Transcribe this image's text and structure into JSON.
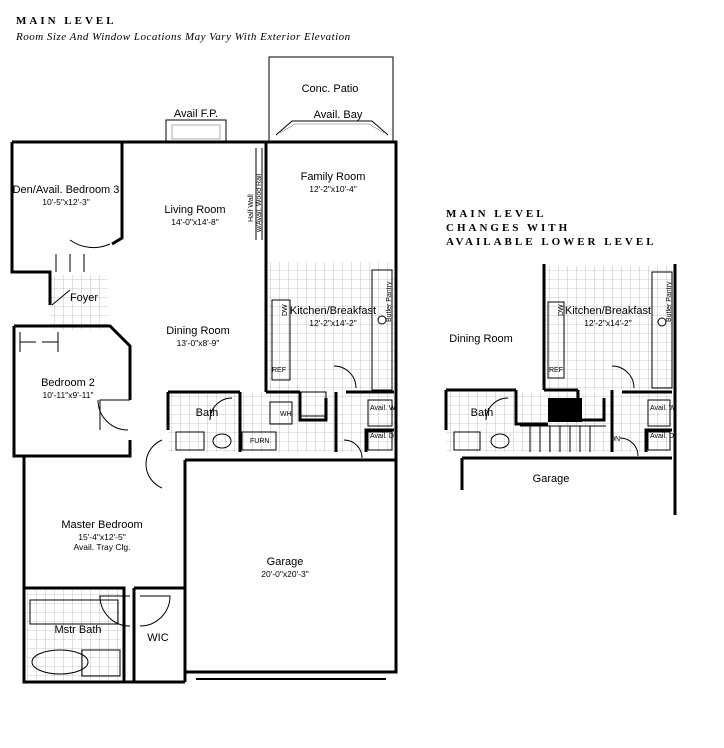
{
  "header": {
    "title": "MAIN LEVEL",
    "subtitle": "Room Size And Window Locations May Vary With Exterior Elevation"
  },
  "alt_header": {
    "line1": "MAIN LEVEL",
    "line2": "CHANGES WITH",
    "line3": "AVAILABLE LOWER LEVEL"
  },
  "main_plan": {
    "patio": "Conc. Patio",
    "bay": "Avail. Bay",
    "fireplace": "Avail F.P.",
    "half_wall": "Half Wall",
    "wood_rail": "w/Avail. Wood Rail",
    "den": {
      "name": "Den/Avail. Bedroom 3",
      "size": "10'-5\"x12'-3\""
    },
    "living": {
      "name": "Living Room",
      "size": "14'-0\"x14'-8\""
    },
    "family": {
      "name": "Family Room",
      "size": "12'-2\"x10'-4\""
    },
    "foyer": {
      "name": "Foyer"
    },
    "kitchen": {
      "name": "Kitchen/Breakfast",
      "size": "12'-2\"x14'-2\""
    },
    "butler": "Butler Pantry",
    "dw": "DW",
    "ref": "REF",
    "dining": {
      "name": "Dining Room",
      "size": "13'-0\"x8'-9\""
    },
    "bedroom2": {
      "name": "Bedroom 2",
      "size": "10'-11\"x9'-11\""
    },
    "bath": {
      "name": "Bath"
    },
    "wh": "WH",
    "furn": "FURN",
    "avail_w": "Avail. W",
    "avail_d": "Avail. D",
    "master": {
      "name": "Master Bedroom",
      "size": "15'-4\"x12'-5\"",
      "note": "Avail. Tray Clg."
    },
    "mstr_bath": {
      "name": "Mstr Bath"
    },
    "wic": {
      "name": "WIC"
    },
    "garage": {
      "name": "Garage",
      "size": "20'-0\"x20'-3\""
    }
  },
  "alt_plan": {
    "dining": "Dining Room",
    "kitchen": {
      "name": "Kitchen/Breakfast",
      "size": "12'-2\"x14'-2\""
    },
    "butler": "Butler Pantry",
    "dw": "DW",
    "ref": "REF",
    "bath": "Bath",
    "dn": "DN",
    "avail_w": "Avail. W",
    "avail_d": "Avail. D",
    "garage": "Garage"
  }
}
